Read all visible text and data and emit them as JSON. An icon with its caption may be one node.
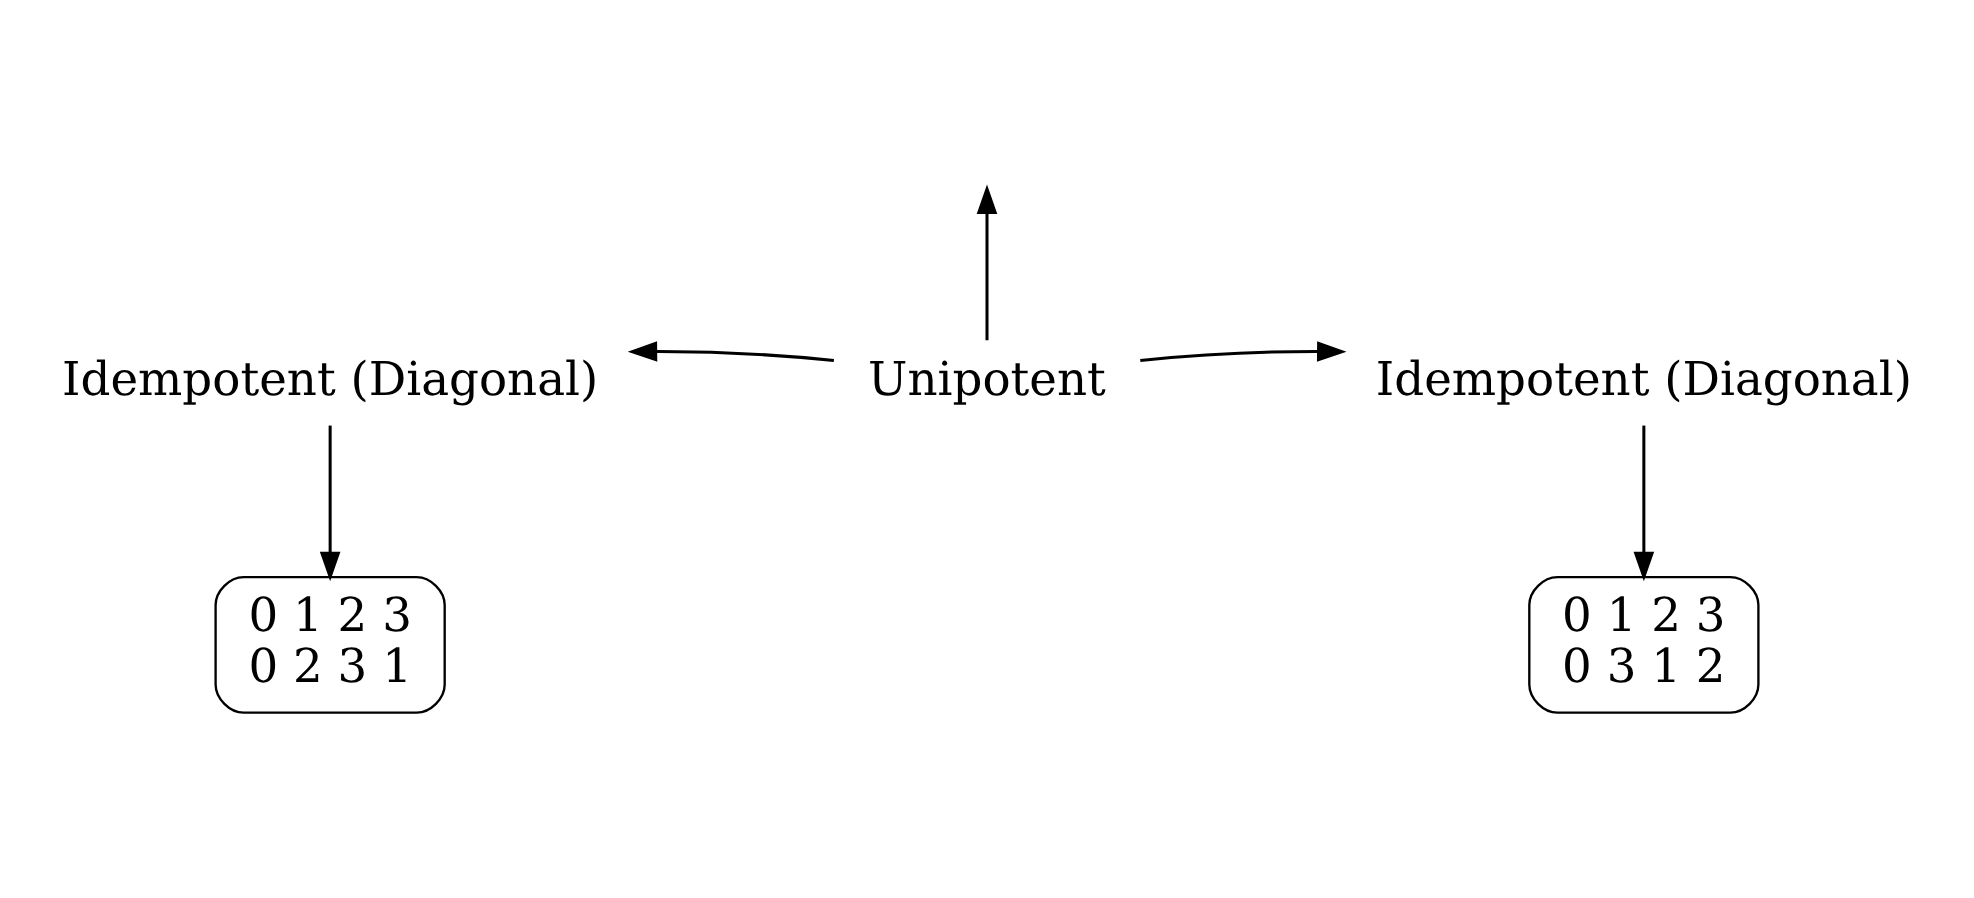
{
  "diagram": {
    "nodes": [
      {
        "text": [
          "Idempotent (Diagonal)"
        ]
      },
      {
        "text": [
          "Unipotent"
        ]
      },
      {
        "text": [
          "Idempotent (Diagonal)"
        ]
      },
      {
        "text": [
          "0 1 2 3",
          "0 2 3 1"
        ]
      },
      {
        "text": [
          "0 1 2 3",
          "0 3 1 2"
        ]
      }
    ],
    "edges": [
      {
        "from": 1,
        "to": 0,
        "arrow": "to"
      },
      {
        "from": 1,
        "to": 2,
        "arrow": "to"
      },
      {
        "from": 1,
        "to": null,
        "arrow": "to"
      },
      {
        "from": 0,
        "to": 3,
        "arrow": "to"
      },
      {
        "from": 2,
        "to": 4,
        "arrow": "to"
      }
    ]
  }
}
